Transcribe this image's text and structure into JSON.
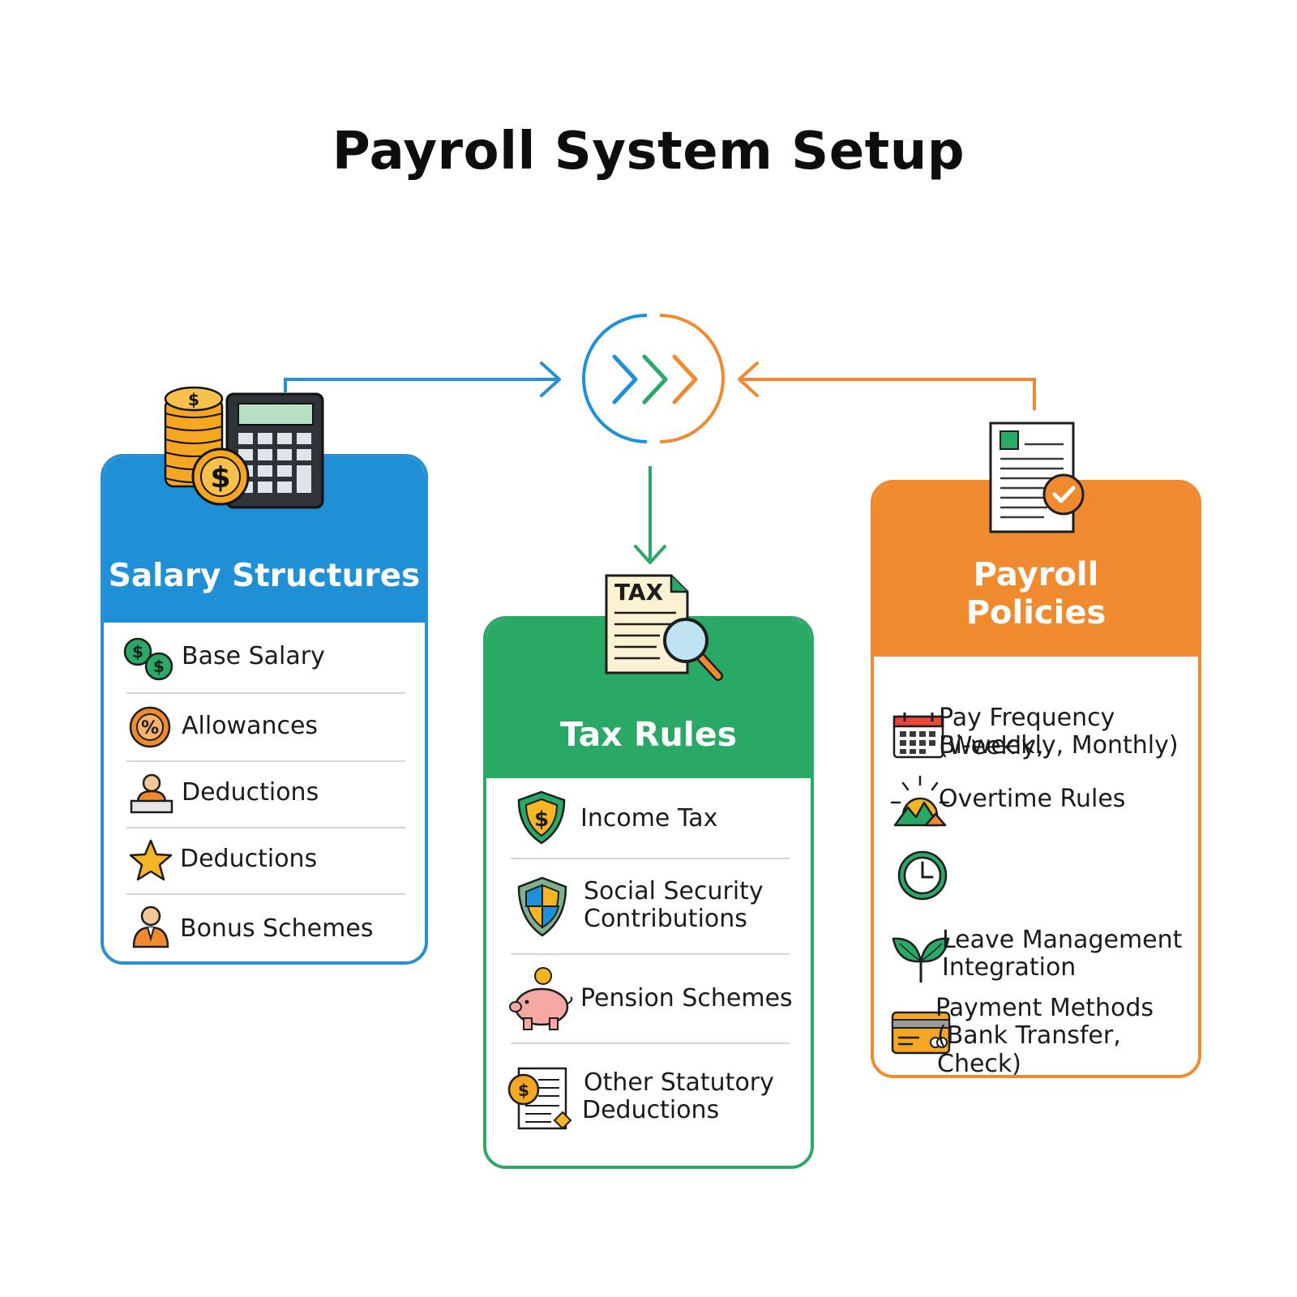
{
  "title": "Payroll System Setup",
  "colors": {
    "blue": "#1f8fd6",
    "green": "#2aa866",
    "orange": "#f08a2e"
  },
  "center_node": {
    "icon": "forward-chevrons-icon"
  },
  "salary": {
    "heading": "Salary Structures",
    "header_icon": "coins-calculator-icon",
    "items": [
      {
        "label": "Base Salary",
        "icon": "dollar-coins-icon"
      },
      {
        "label": "Allowances",
        "icon": "percent-coin-icon"
      },
      {
        "label": "Deductions",
        "icon": "person-desk-icon"
      },
      {
        "label": "Deductions",
        "icon": "star-icon"
      },
      {
        "label": "Bonus Schemes",
        "icon": "person-icon"
      }
    ]
  },
  "tax": {
    "heading": "Tax Rules",
    "header_icon": "tax-document-magnifier-icon",
    "header_icon_text": "TAX",
    "items": [
      {
        "label": "Income Tax",
        "icon": "dollar-shield-icon"
      },
      {
        "line1": "Social Security",
        "line2": "Contributions",
        "icon": "shield-icon"
      },
      {
        "label": "Pension Schemes",
        "icon": "piggy-bank-icon"
      },
      {
        "line1": "Other Statutory",
        "line2": "Deductions",
        "icon": "document-coin-icon"
      }
    ]
  },
  "policy": {
    "heading_line1": "Payroll",
    "heading_line2": "Policies",
    "header_icon": "checked-document-icon",
    "items": [
      {
        "line1": "Pay Frequency (Weekly,",
        "line2": "Bi-weekly, Monthly)",
        "icon": "calendar-icon"
      },
      {
        "label": "Overtime Rules",
        "icon": "sunrise-icon"
      },
      {
        "label": "",
        "icon": "clock-icon"
      },
      {
        "line1": "Leave Management",
        "line2": "Integration",
        "icon": "leaves-icon"
      },
      {
        "line1": "Payment Methods",
        "line2": "(Bank Transfer, Check)",
        "icon": "credit-card-icon"
      }
    ]
  }
}
